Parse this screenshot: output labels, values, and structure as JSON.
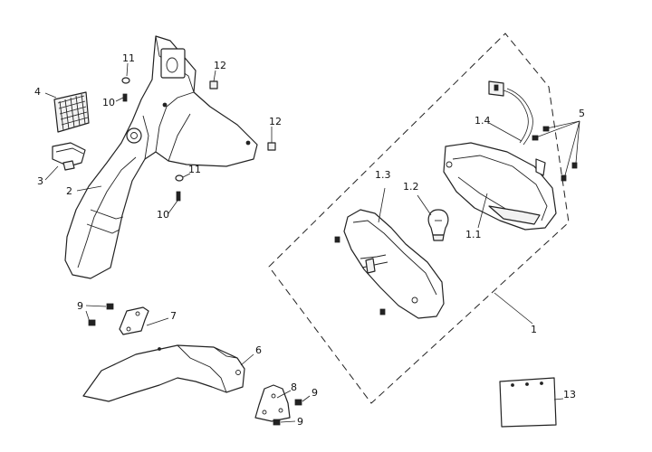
{
  "labels": {
    "l1": "1",
    "l1_1": "1.1",
    "l1_2": "1.2",
    "l1_3": "1.3",
    "l1_4": "1.4",
    "l2": "2",
    "l3": "3",
    "l4": "4",
    "l5": "5",
    "l6": "6",
    "l7": "7",
    "l8": "8",
    "l9a": "9",
    "l9b": "9",
    "l9c": "9",
    "l10a": "10",
    "l10b": "10",
    "l11a": "11",
    "l11b": "11",
    "l12a": "12",
    "l12b": "12",
    "l13": "13"
  }
}
